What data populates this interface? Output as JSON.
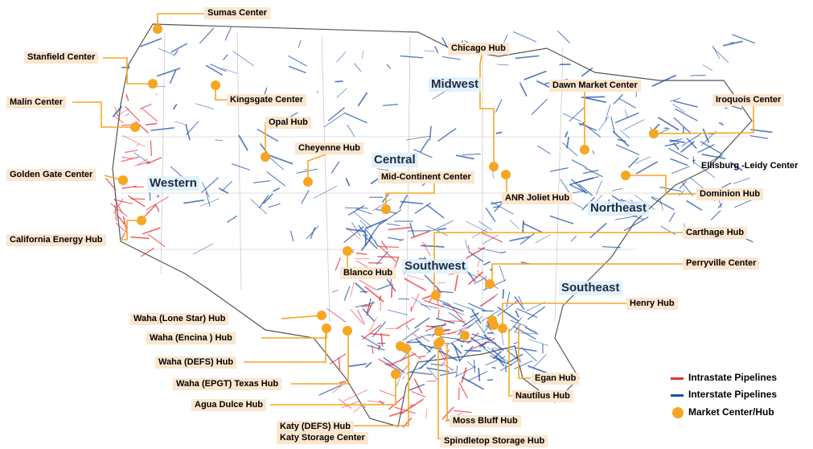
{
  "colors": {
    "intrastate": "#e8323a",
    "interstate": "#1f4fa8",
    "hub": "#f5a623",
    "leader": "#f5a623",
    "label_bg": "#fbe6cf",
    "state_lines": "#333333"
  },
  "regions": [
    "Western",
    "Central",
    "Midwest",
    "Northeast",
    "Southwest",
    "Southeast"
  ],
  "hubs": [
    "Sumas Center",
    "Stanfield Center",
    "Kingsgate Center",
    "Malin Center",
    "Opal Hub",
    "Cheyenne Hub",
    "Golden Gate Center",
    "California Energy Hub",
    "Chicago Hub",
    "Dawn Market Center",
    "Iroquois Center",
    "Mid-Continent Center",
    "ANR Joliet Hub",
    "Ellisburg -Leidy Center",
    "Dominion Hub",
    "Carthage Hub",
    "Perryville Center",
    "Blanco Hub",
    "Henry Hub",
    "Waha (Lone Star) Hub",
    "Waha (Encina ) Hub",
    "Waha (DEFS) Hub",
    "Waha (EPGT) Texas Hub",
    "Agua Dulce Hub",
    "Egan Hub",
    "Nautilus Hub",
    "Moss Bluff Hub",
    "Katy (DEFS) Hub",
    "Katy Storage Center",
    "Spindletop Storage Hub"
  ],
  "legend": {
    "intrastate": "Intrastate Pipelines",
    "interstate": "Interstate Pipelines",
    "hub": "Market Center/Hub"
  }
}
